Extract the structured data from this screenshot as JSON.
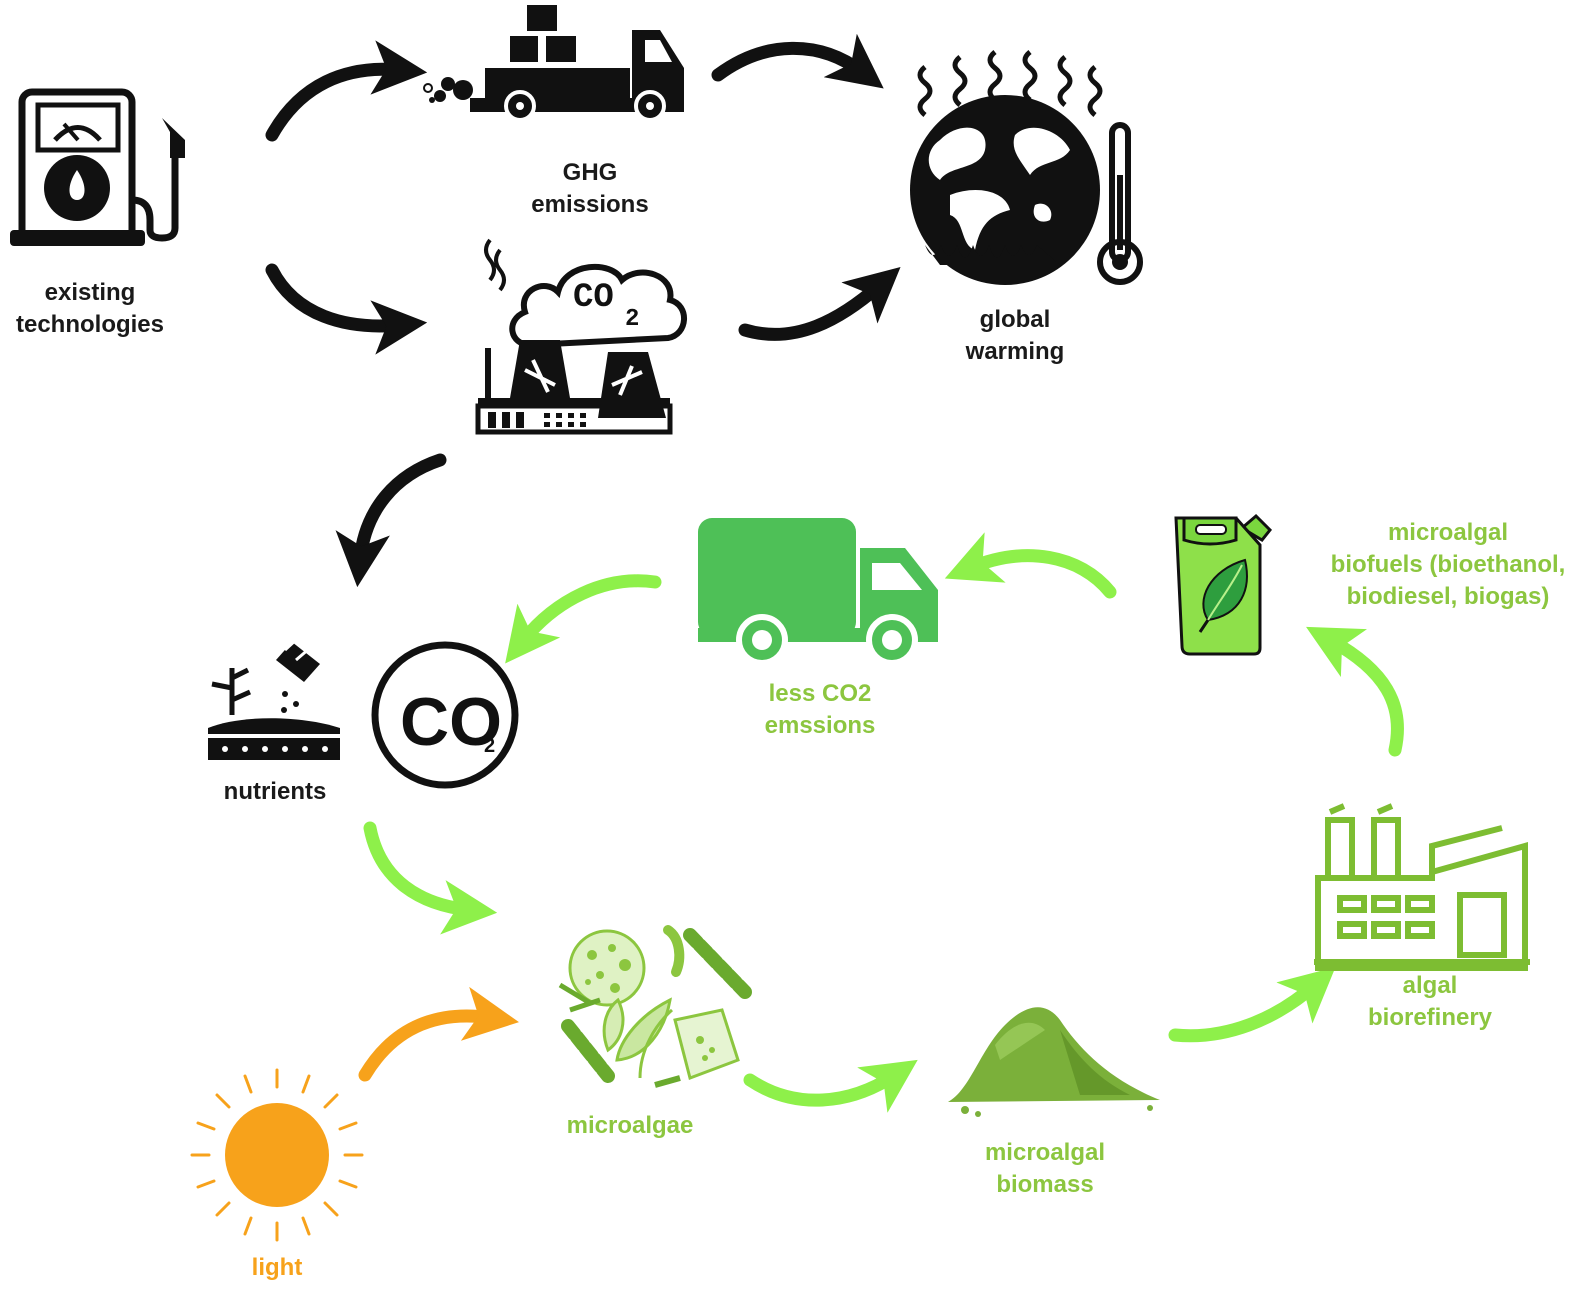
{
  "colors": {
    "black": "#111111",
    "green": "#8cc63f",
    "bright_green": "#8ef04a",
    "truck_green": "#4ec057",
    "orange": "#f7a21b"
  },
  "labels": {
    "existing_technologies": [
      "existing",
      "technologies"
    ],
    "ghg_emissions": [
      "GHG",
      "emissions"
    ],
    "global_warming": [
      "global",
      "warming"
    ],
    "nutrients": "nutrients",
    "less_co2": [
      "less CO2",
      "emssions"
    ],
    "microalgal_biofuels": [
      "microalgal",
      "biofuels (bioethanol,",
      "biodiesel, biogas)"
    ],
    "algal_biorefinery": [
      "algal",
      "biorefinery"
    ],
    "microalgae": "microalgae",
    "microalgal_biomass": [
      "microalgal",
      "biomass"
    ],
    "light": "light"
  },
  "icon_text": {
    "co2_cloud": "CO",
    "co2_cloud_sub": "2",
    "co2_circle": "CO",
    "co2_circle_sub": "2"
  },
  "icons": [
    "fuel-pump-icon",
    "delivery-truck-icon",
    "factory-co2-icon",
    "hot-earth-thermometer-icon",
    "soil-fertilizer-icon",
    "co2-circle-icon",
    "green-truck-icon",
    "biofuel-jerrycan-icon",
    "biorefinery-icon",
    "microalgae-cells-icon",
    "biomass-pile-icon",
    "sun-icon"
  ]
}
